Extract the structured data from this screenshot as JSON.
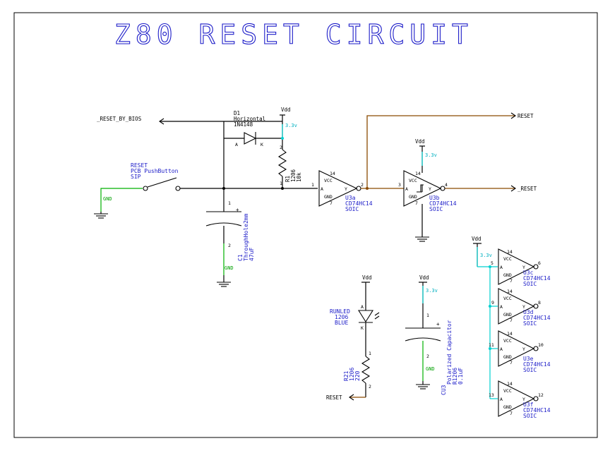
{
  "title": "Z80 RESET CIRCUIT",
  "nets": {
    "reset_by_bios": "_RESET_BY_BIOS",
    "reset": "RESET",
    "reset_n": "_RESET",
    "reset_led": "RESET",
    "gnd": "GND",
    "vdd": "Vdd",
    "v33": "3.3v"
  },
  "parts": {
    "d1": {
      "ref": "D1",
      "type": "Horizontal",
      "value": "1N4148",
      "anode": "A",
      "cathode": "K"
    },
    "r1": {
      "ref": "R1",
      "pkg": "1206",
      "value": "10k",
      "p1": "1",
      "p2": "2"
    },
    "sw": {
      "ref": "RESET",
      "type": "PCB PushButton",
      "pkg": "SIP"
    },
    "c1": {
      "ref": "C1",
      "pkg": "ThroughHole2mm",
      "value": "47uF",
      "p1": "1",
      "p2": "2",
      "plus": "+"
    },
    "u3a": {
      "ref": "U3a",
      "part": "CD74HC14",
      "pkg": "SOIC",
      "vcc": "VCC",
      "gnd": "GND",
      "a": "A",
      "y": "Y",
      "pin_in": "1",
      "pin_out": "2",
      "pin_vcc": "14",
      "pin_gnd": "7"
    },
    "u3b": {
      "ref": "U3b",
      "part": "CD74HC14",
      "pkg": "SOIC",
      "vcc": "VCC",
      "gnd": "GND",
      "a": "A",
      "y": "Y",
      "pin_in": "3",
      "pin_out": "4",
      "pin_vcc": "14",
      "pin_gnd": "7"
    },
    "u3c": {
      "ref": "U3c",
      "part": "CD74HC14",
      "pkg": "SOIC",
      "vcc": "VCC",
      "gnd": "GND",
      "a": "A",
      "y": "Y",
      "pin_in": "5",
      "pin_out": "6",
      "pin_vcc": "14",
      "pin_gnd": "7"
    },
    "u3d": {
      "ref": "U3d",
      "part": "CD74HC14",
      "pkg": "SOIC",
      "vcc": "VCC",
      "gnd": "GND",
      "a": "A",
      "y": "Y",
      "pin_in": "9",
      "pin_out": "8",
      "pin_vcc": "14",
      "pin_gnd": "7"
    },
    "u3e": {
      "ref": "U3e",
      "part": "CD74HC14",
      "pkg": "SOIC",
      "vcc": "VCC",
      "gnd": "GND",
      "a": "A",
      "y": "Y",
      "pin_in": "11",
      "pin_out": "10",
      "pin_vcc": "14",
      "pin_gnd": "7"
    },
    "u3f": {
      "ref": "U3f",
      "part": "CD74HC14",
      "pkg": "SOIC",
      "vcc": "VCC",
      "gnd": "GND",
      "a": "A",
      "y": "Y",
      "pin_in": "13",
      "pin_out": "12",
      "pin_vcc": "14",
      "pin_gnd": "7"
    },
    "led": {
      "ref": "RUNLED",
      "pkg": "1206",
      "color": "BLUE",
      "anode": "A",
      "cathode": "K"
    },
    "r21": {
      "ref": "R21",
      "pkg": "1206",
      "value": "220",
      "p1": "1",
      "p2": "2"
    },
    "cu3": {
      "ref": "CU3",
      "type": "Polarized Capacitor",
      "pkg": "R1206",
      "value": "0.1uF",
      "p1": "1",
      "p2": "2",
      "plus": "+"
    }
  },
  "colors": {
    "title": "#1a1ac8",
    "wire": "#000000",
    "net_brown": "#8a4a00",
    "gnd_net": "#00b000",
    "power_net": "#00d0d0",
    "label_blue": "#1a1ac8"
  }
}
